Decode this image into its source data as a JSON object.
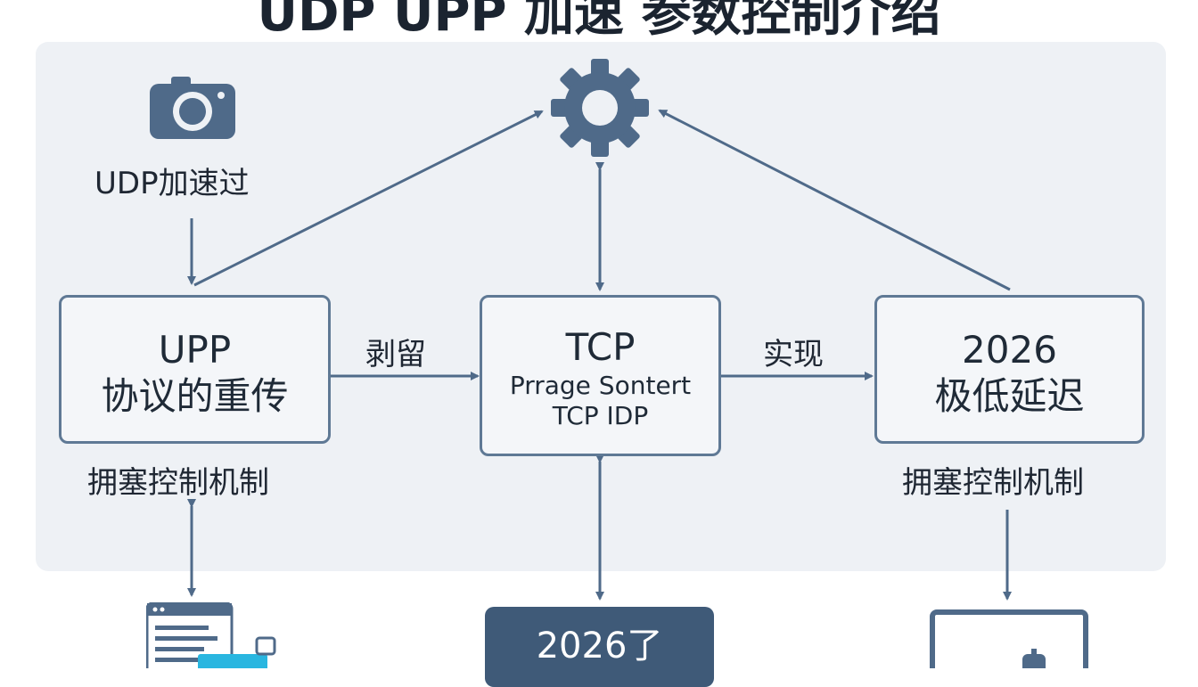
{
  "title": "UDP UPP 加速 参数控制介绍",
  "top_left": {
    "label": "UDP加速过"
  },
  "boxes": {
    "left": {
      "line1": "UPP",
      "line2": "协议的重传"
    },
    "middle": {
      "line1": "TCP",
      "line2": "Prrage Sontert",
      "line3": "TCP IDP"
    },
    "right": {
      "line1": "2026",
      "line2": "极低延迟"
    }
  },
  "edge_labels": {
    "left_to_middle": "剥留",
    "middle_to_right": "实现"
  },
  "below_labels": {
    "left": "拥塞控制机制",
    "right": "拥塞控制机制"
  },
  "bottom_tile": {
    "label": "2026了"
  },
  "colors": {
    "accent": "#4f6a89",
    "panel": "#eef1f5",
    "box_border": "#5f7995",
    "tile": "#3f5a78"
  },
  "icons": [
    "camera-icon",
    "gear-icon",
    "document-icon",
    "monitor-icon"
  ]
}
